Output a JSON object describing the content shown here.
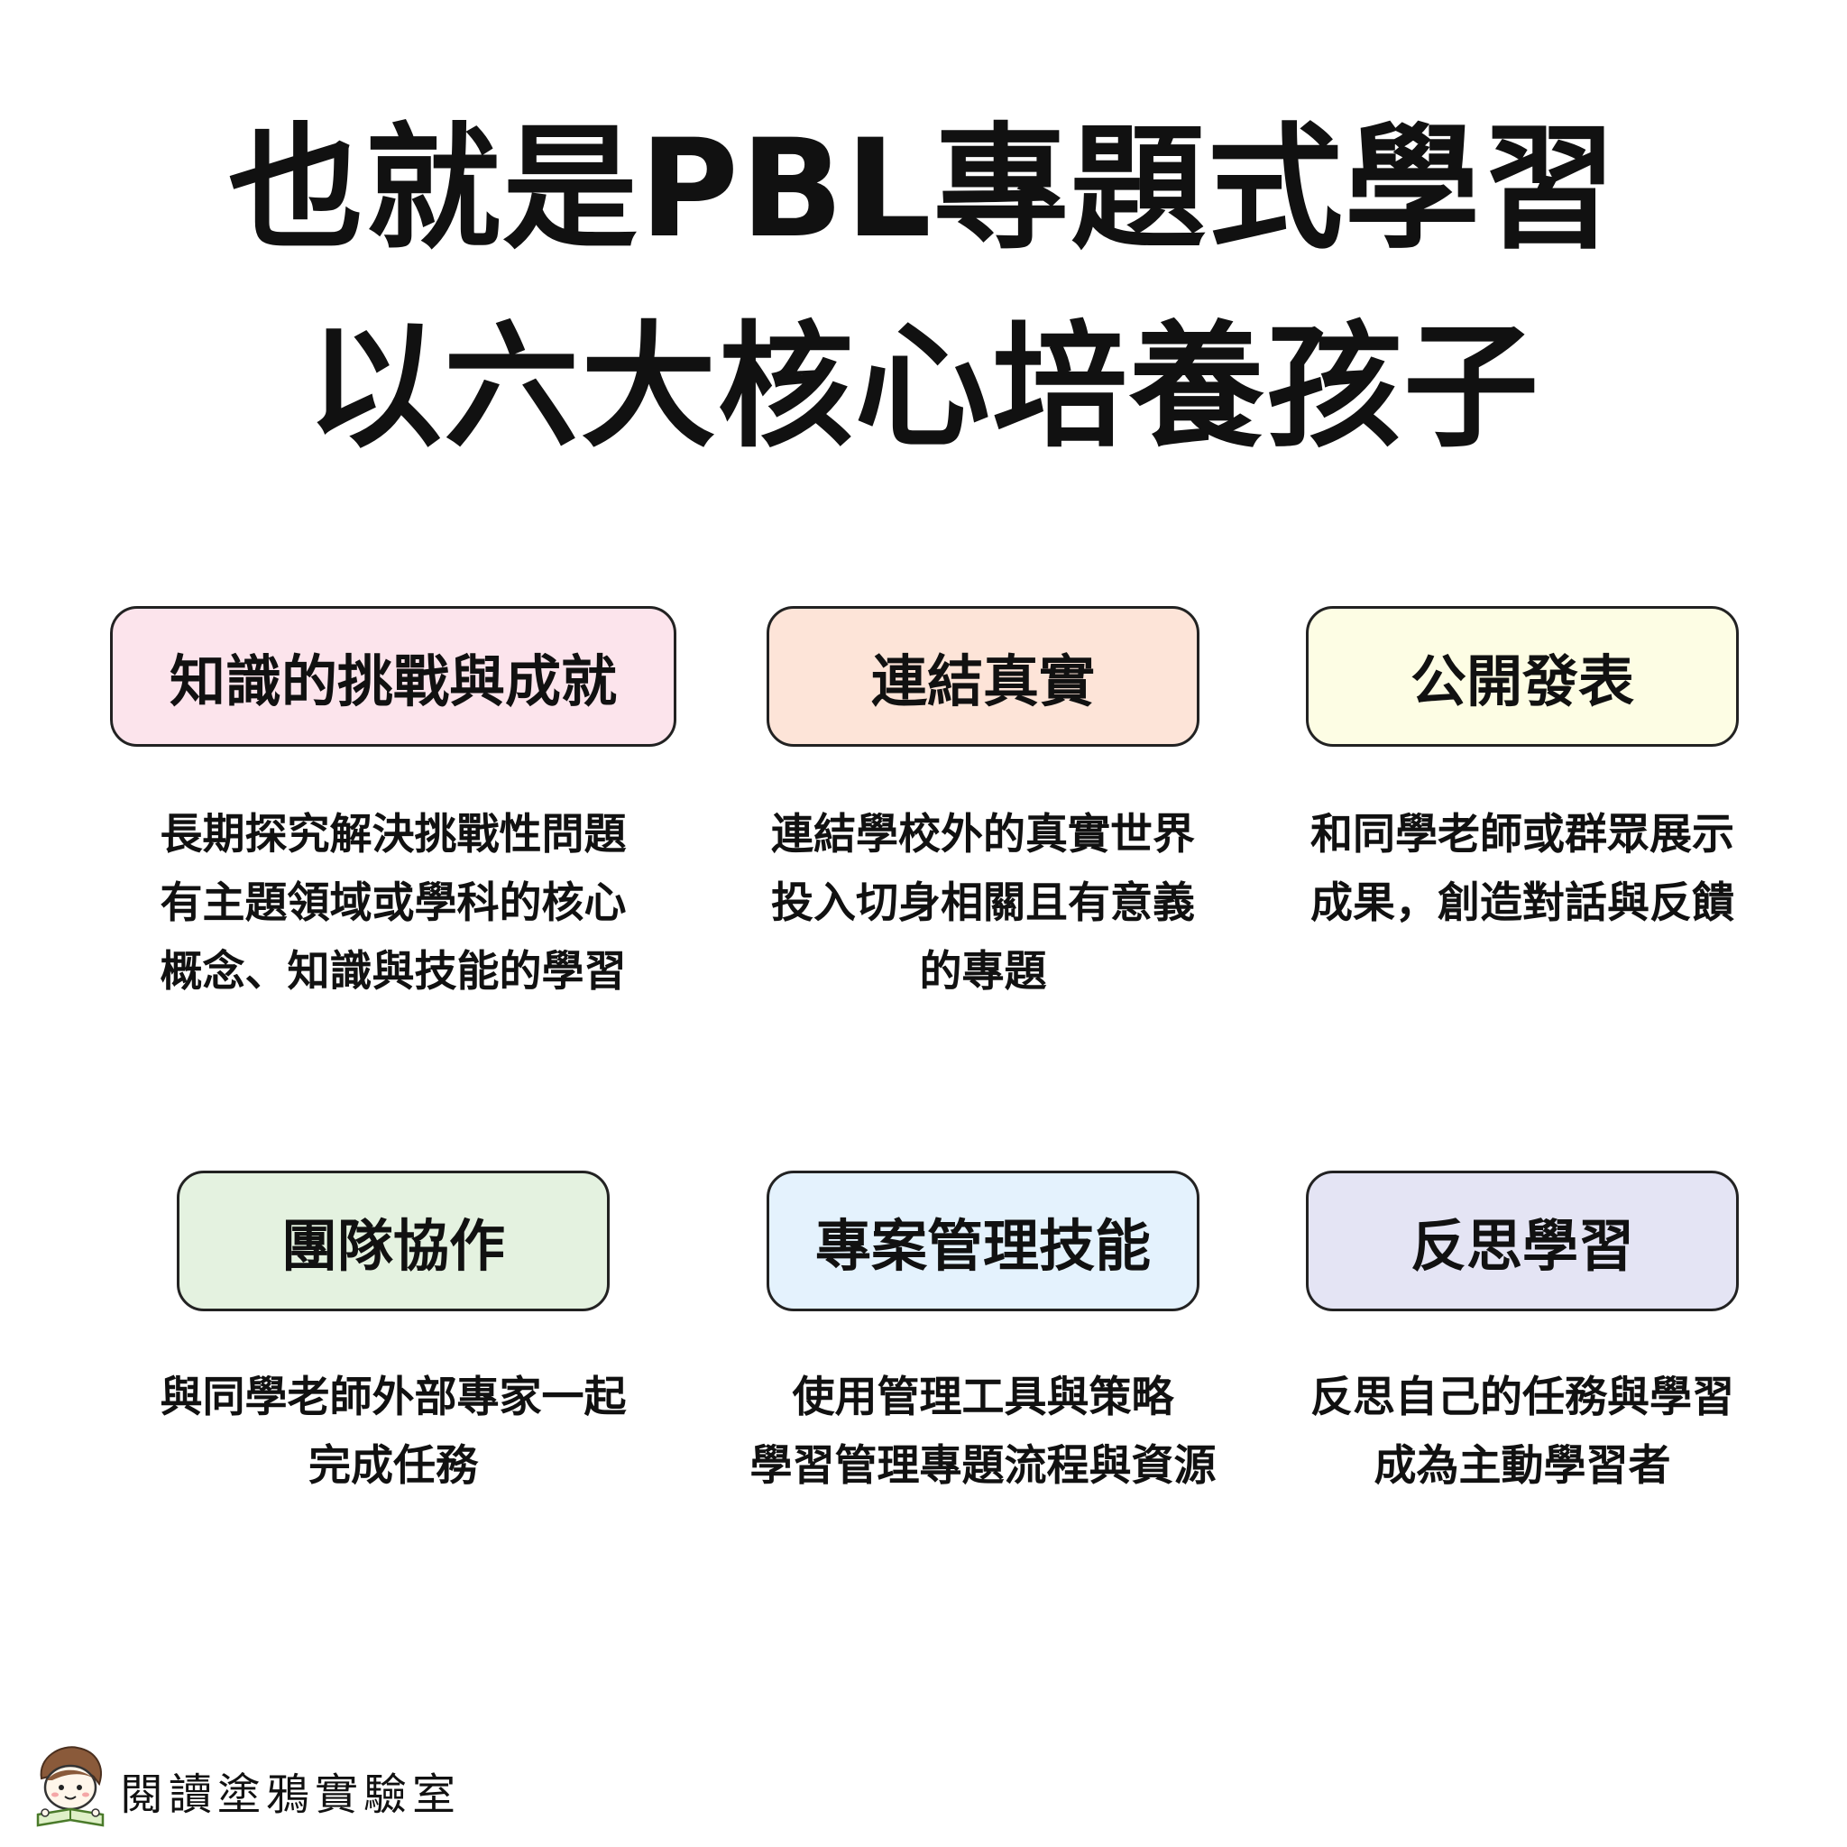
{
  "title": {
    "line1": "也就是PBL專題式學習",
    "line2": "以六大核心培養孩子"
  },
  "cards": [
    {
      "label": "知識的挑戰與成就",
      "color": "#fce4ec",
      "lines": [
        "長期探究解決挑戰性問題",
        "有主題領域或學科的核心",
        "概念、知識與技能的學習"
      ]
    },
    {
      "label": "連結真實",
      "color": "#fde4d8",
      "lines": [
        "連結學校外的真實世界",
        "投入切身相關且有意義",
        "的專題"
      ]
    },
    {
      "label": "公開發表",
      "color": "#fdfde4",
      "lines": [
        "和同學老師或群眾展示",
        "成果，創造對話與反饋",
        ""
      ]
    },
    {
      "label": "團隊協作",
      "color": "#e4f2e0",
      "lines": [
        "與同學老師外部專家一起",
        "完成任務",
        ""
      ]
    },
    {
      "label": "專案管理技能",
      "color": "#e4f2fd",
      "lines": [
        "使用管理工具與策略",
        "學習管理專題流程與資源",
        ""
      ]
    },
    {
      "label": "反思學習",
      "color": "#e4e4f4",
      "lines": [
        "反思自己的任務與學習",
        "成為主動學習者",
        ""
      ]
    }
  ],
  "brand": {
    "name": "閱讀塗鴉實驗室"
  }
}
